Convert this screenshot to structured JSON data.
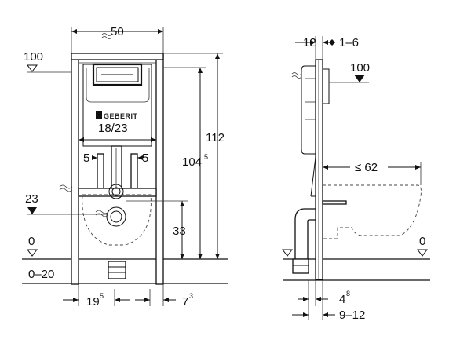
{
  "front_view": {
    "width": "50",
    "top_level": "100",
    "flush_label": "18/23",
    "left_offset": "5",
    "right_offset": "5",
    "pipe_level": "23",
    "height_total": "112",
    "height_inner_main": "104",
    "height_inner_sup": "5",
    "height_low": "33",
    "floor_level": "0",
    "floor_range": "0–20",
    "bottom_left_main": "19",
    "bottom_left_sup": "5",
    "bottom_right_main": "7",
    "bottom_right_sup": "3",
    "brand_logo": "GEBERIT"
  },
  "side_view": {
    "depth_top": "12",
    "depth_range_top": "1–6",
    "top_level": "100",
    "bowl_projection": "≤ 62",
    "floor_level": "0",
    "bottom_main": "4",
    "bottom_sup": "8",
    "bottom_range": "9–12"
  }
}
